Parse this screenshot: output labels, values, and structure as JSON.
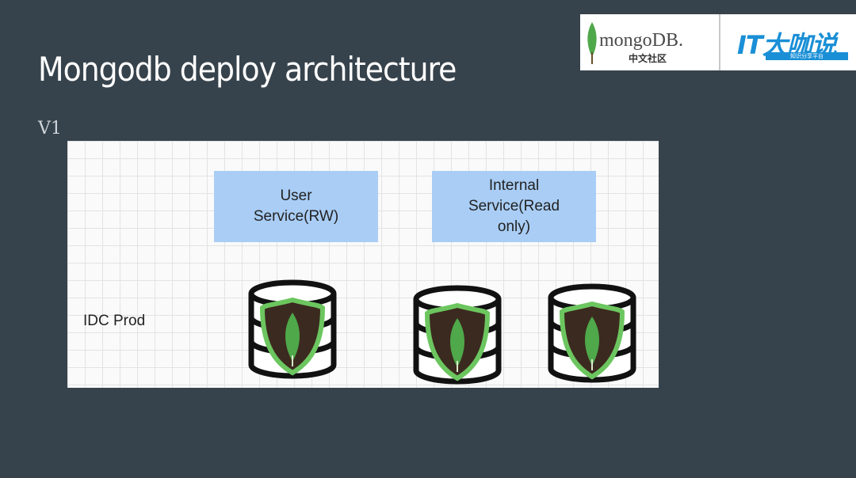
{
  "slide": {
    "title": "Mongodb deploy architecture",
    "subtitle": "V1"
  },
  "logos": {
    "mongodb_word": "mongoDB.",
    "mongodb_sub": "中文社区",
    "it_word": "IT大咖说",
    "it_sub": "知识分享平台"
  },
  "diagram": {
    "services": [
      {
        "label": "User Service(RW)"
      },
      {
        "label": "Internal Service(Read only)"
      }
    ],
    "zone_label": "IDC Prod",
    "databases": [
      {
        "icon": "mongodb-database-icon"
      },
      {
        "icon": "mongodb-database-icon"
      },
      {
        "icon": "mongodb-database-icon"
      }
    ]
  },
  "colors": {
    "background": "#37434c",
    "service_box": "#a9cdf5",
    "leaf_green": "#4fa84a",
    "shield_brown": "#3b2a1f",
    "shield_border": "#6cc65f"
  }
}
